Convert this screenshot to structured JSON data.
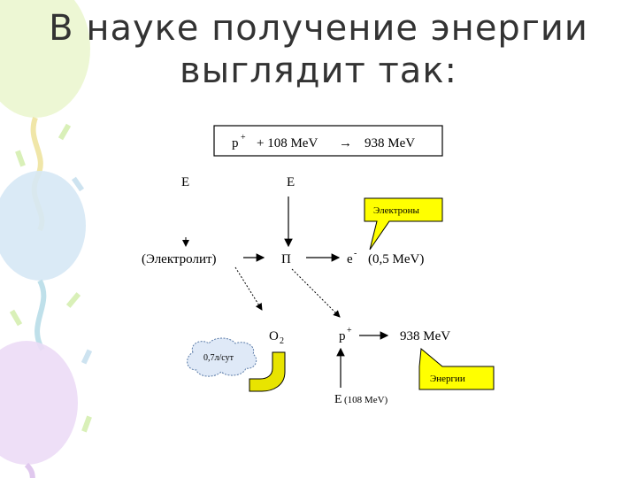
{
  "slide": {
    "title_line1": "В науке получение энергии",
    "title_line2": "выглядит так:"
  },
  "diagram": {
    "equation": {
      "p": "p",
      "p_sup": "+",
      "rest": "+ 108 MeV",
      "arrow": "→",
      "result": "938 MeV"
    },
    "label_e_left": "E",
    "label_e_top": "E",
    "label_electrolyte": "(Электролит)",
    "label_pi": "П",
    "label_electron": "e",
    "label_electron_sup": "-",
    "label_electron_energy": "(0,5 MeV)",
    "label_o2": "O",
    "label_o2_sub": "2",
    "label_proton": "p",
    "label_proton_sup": "+",
    "label_proton_energy": "938 MeV",
    "label_e_bottom": "E",
    "label_e_bottom_value": "(108 MeV)",
    "callout_electrons": "Электроны",
    "callout_energy": "Энергии",
    "cloud_text": "0,7л/сут"
  },
  "colors": {
    "callout_fill": "#ffff00",
    "cloud_fill": "#dfe9f7",
    "pipe_fill": "#e8e400",
    "balloon_purple": "#e7d6f3",
    "balloon_green": "#e6f5c8",
    "balloon_blue": "#cfe4f3"
  }
}
